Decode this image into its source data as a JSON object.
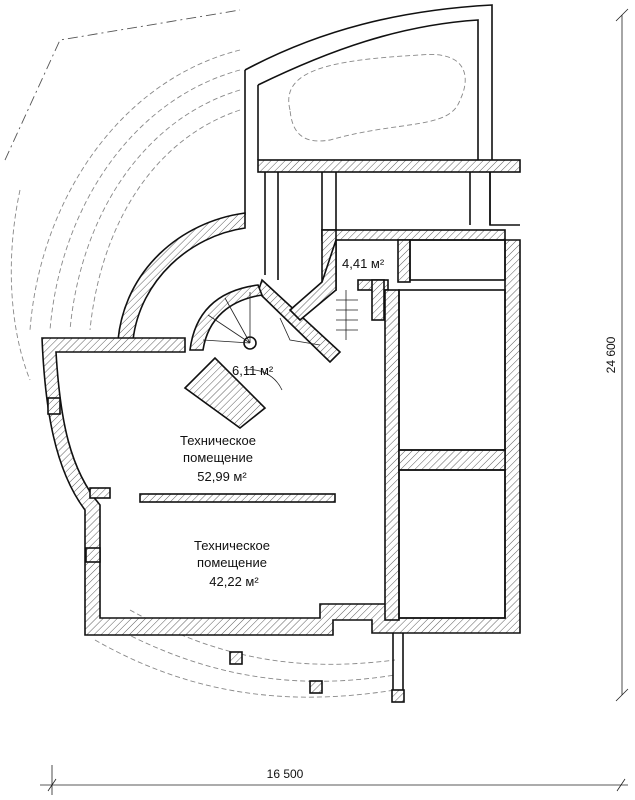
{
  "rooms": [
    {
      "name": "",
      "area": "4,41 м²"
    },
    {
      "name": "",
      "area": "6,11 м²"
    },
    {
      "name_line1": "Техническое",
      "name_line2": "помещение",
      "area": "52,99 м²"
    },
    {
      "name_line1": "Техническое",
      "name_line2": "помещение",
      "area": "42,22 м²"
    }
  ],
  "dimensions": {
    "height": "24 600",
    "width": "16 500"
  }
}
